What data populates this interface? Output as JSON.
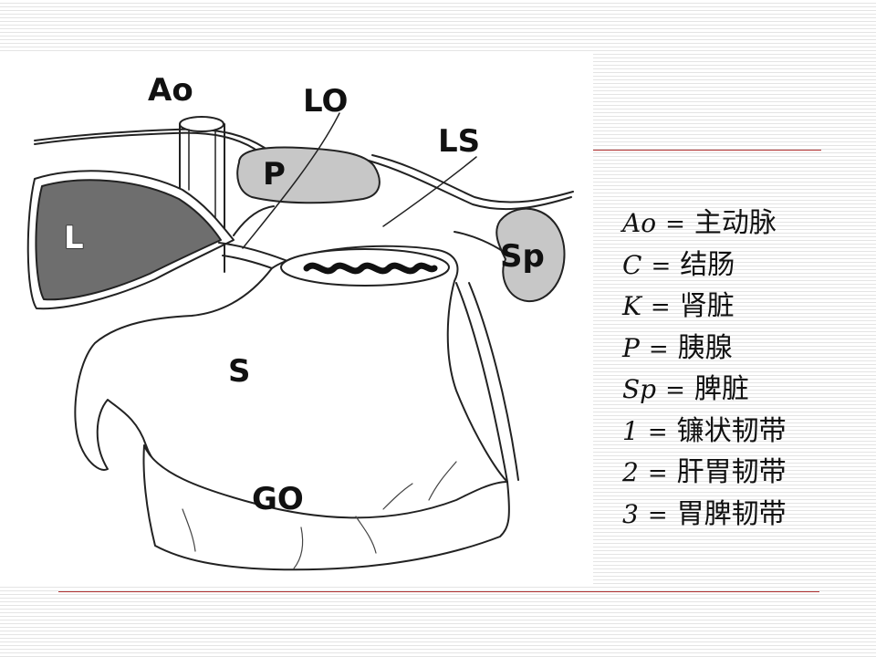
{
  "diagram": {
    "labels": {
      "ao": "Ao",
      "lo": "LO",
      "ls": "LS",
      "p": "P",
      "l": "L",
      "sp": "Sp",
      "s": "S",
      "go": "GO"
    }
  },
  "legend": [
    {
      "abbr": "Ao",
      "eq": "=",
      "term": "主动脉"
    },
    {
      "abbr": "C",
      "eq": "=",
      "term": "结肠"
    },
    {
      "abbr": "K",
      "eq": "=",
      "term": "肾脏"
    },
    {
      "abbr": "P",
      "eq": "=",
      "term": "胰腺"
    },
    {
      "abbr": "Sp",
      "eq": "=",
      "term": "脾脏"
    },
    {
      "abbr": "1",
      "eq": "=",
      "term": "镰状韧带"
    },
    {
      "abbr": "2",
      "eq": "=",
      "term": "肝胃韧带"
    },
    {
      "abbr": "3",
      "eq": "=",
      "term": "胃脾韧带"
    }
  ]
}
